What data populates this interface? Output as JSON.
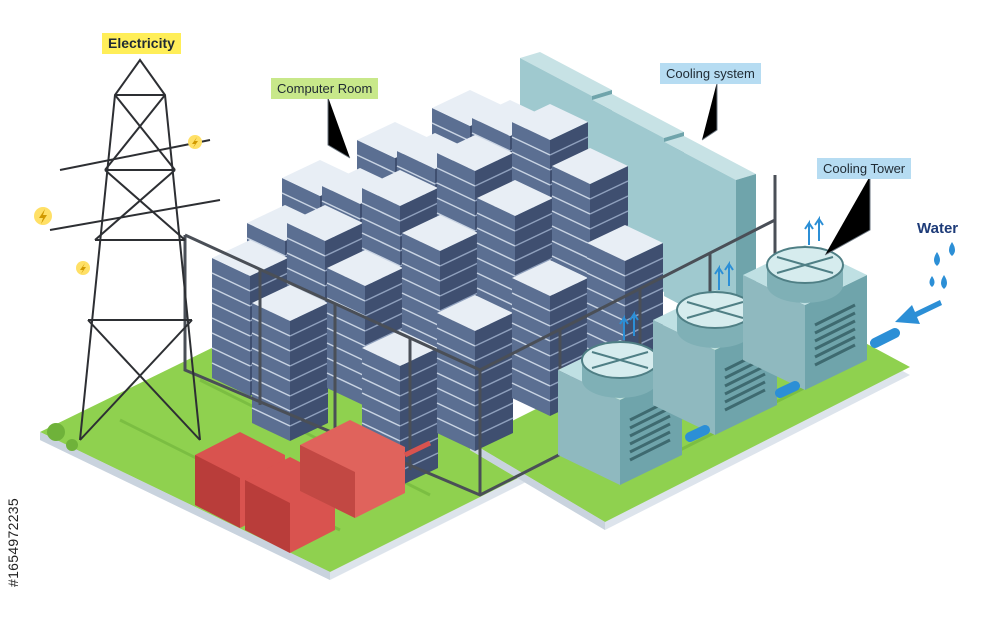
{
  "labels": {
    "electricity": "Electricity",
    "computer_room": "Computer Room",
    "cooling_system": "Cooling system",
    "cooling_tower": "Cooling Tower",
    "water": "Water"
  },
  "side_text": "#1654972235",
  "colors": {
    "grass": "#8fd14f",
    "grass_dark": "#6fb23a",
    "ground_edge": "#dde4ec",
    "server_top": "#e8eef5",
    "server_front": "#5b6f92",
    "server_side": "#3f4f70",
    "cooling_unit": "#9fc9cf",
    "transformer": "#d9534f",
    "pipe": "#2c8fd6",
    "label_yellow": "#ffee58",
    "label_green": "#c8e88a",
    "label_blue": "#b6dcf2"
  },
  "icons": [
    "lightning-icon",
    "water-drop-icon",
    "arrow-icon",
    "fan-icon"
  ]
}
